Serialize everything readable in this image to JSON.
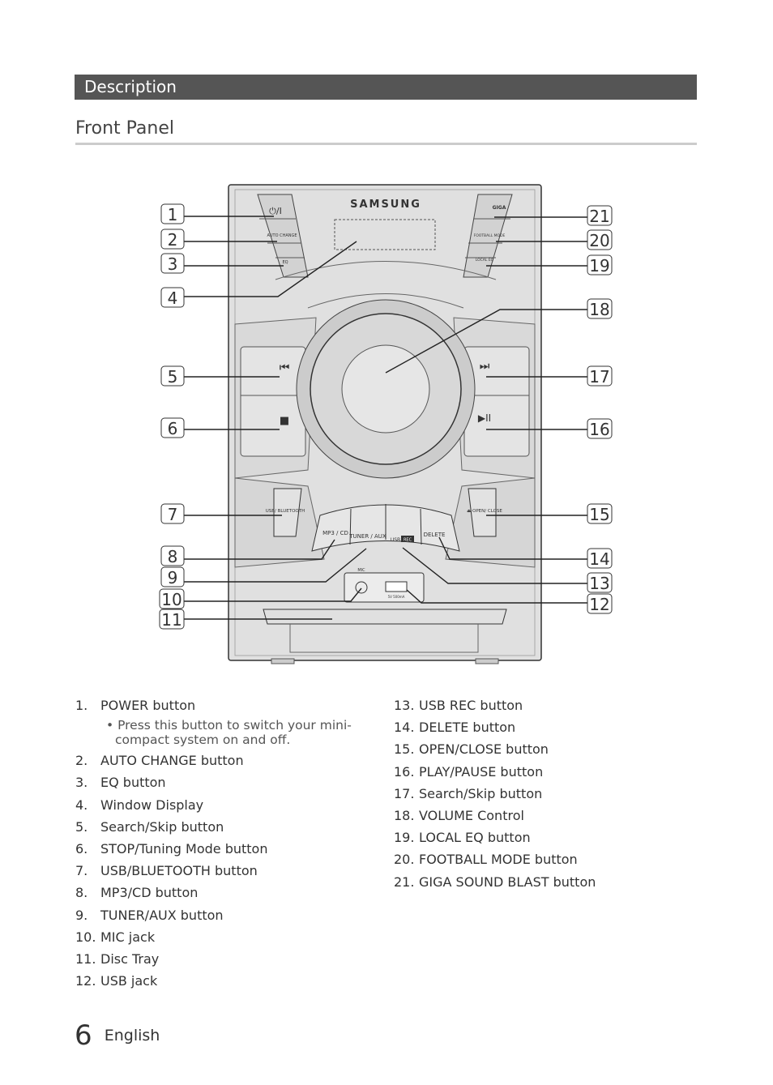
{
  "header": {
    "section_title": "Description",
    "subsection_title": "Front Panel"
  },
  "panel": {
    "brand": "SAMSUNG",
    "labels": {
      "power": "⏻/I",
      "auto_change": "AUTO CHANGE",
      "eq": "EQ",
      "giga": "GIGA",
      "football": "FOOTBALL MODE",
      "local": "LOCAL EQ",
      "skip_back": "⏮",
      "stop": "■",
      "skip_fwd": "⏭",
      "play_pause": "▶II",
      "usb_bluetooth": "USB/ BLUETOOTH",
      "open_close": "⏏ OPEN/ CLOSE",
      "mp3_cd": "MP3 / CD",
      "tuner_aux": "TUNER / AUX",
      "usb": "USB",
      "rec": "REC",
      "delete": "DELETE",
      "mic": "MIC",
      "usb_rating": "5V 500mA"
    },
    "callouts": [
      "1",
      "2",
      "3",
      "4",
      "5",
      "6",
      "7",
      "8",
      "9",
      "10",
      "11",
      "12",
      "13",
      "14",
      "15",
      "16",
      "17",
      "18",
      "19",
      "20",
      "21"
    ]
  },
  "items_left": [
    {
      "num": "1.",
      "label": "POWER button",
      "note": "• Press this button to switch your mini-compact system on and off."
    },
    {
      "num": "2.",
      "label": "AUTO CHANGE button"
    },
    {
      "num": "3.",
      "label": "EQ button"
    },
    {
      "num": "4.",
      "label": "Window Display"
    },
    {
      "num": "5.",
      "label": "Search/Skip button"
    },
    {
      "num": "6.",
      "label": "STOP/Tuning Mode button"
    },
    {
      "num": "7.",
      "label": "USB/BLUETOOTH button"
    },
    {
      "num": "8.",
      "label": "MP3/CD button"
    },
    {
      "num": "9.",
      "label": "TUNER/AUX button"
    },
    {
      "num": "10.",
      "label": "MIC jack"
    },
    {
      "num": "11.",
      "label": "Disc Tray"
    },
    {
      "num": "12.",
      "label": "USB jack"
    }
  ],
  "items_right": [
    {
      "num": "13.",
      "label": "USB REC button"
    },
    {
      "num": "14.",
      "label": "DELETE button"
    },
    {
      "num": "15.",
      "label": "OPEN/CLOSE button"
    },
    {
      "num": "16.",
      "label": "PLAY/PAUSE button"
    },
    {
      "num": "17.",
      "label": "Search/Skip button"
    },
    {
      "num": "18.",
      "label": "VOLUME Control"
    },
    {
      "num": "19.",
      "label": "LOCAL EQ button"
    },
    {
      "num": "20.",
      "label": "FOOTBALL MODE button"
    },
    {
      "num": "21.",
      "label": "GIGA SOUND BLAST button"
    }
  ],
  "footer": {
    "page_number": "6",
    "language": "English"
  }
}
